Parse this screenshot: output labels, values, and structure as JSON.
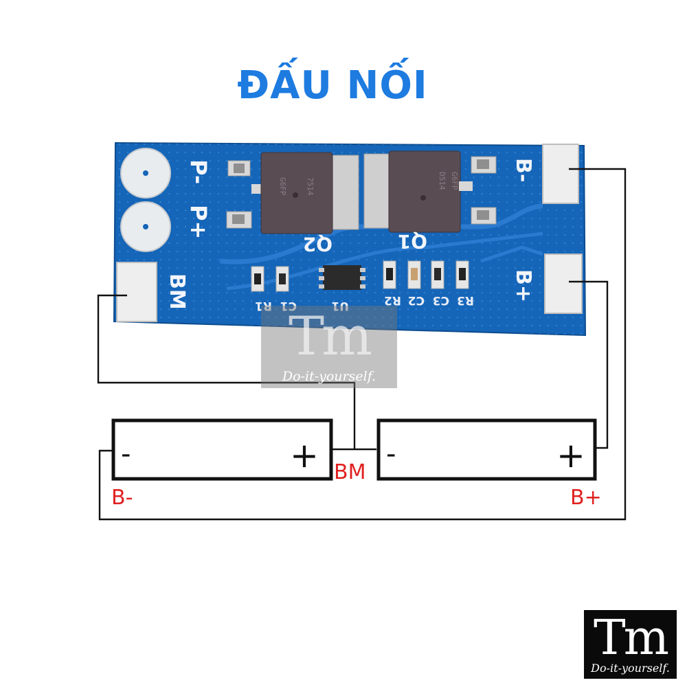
{
  "title": "ĐẤU NỐI",
  "board": {
    "pads": {
      "p_minus": "P-",
      "p_plus": "P+",
      "bm": "BM",
      "b_minus": "B-",
      "b_plus": "B+"
    },
    "components": {
      "q2": "Q2",
      "q1": "Q1",
      "u1": "U1",
      "r1": "R1",
      "c1": "C1",
      "r2": "R2",
      "c2": "C2",
      "c3": "C3",
      "r3": "R3"
    },
    "chip_markings": {
      "q2_line1": "7514",
      "q2_line2": "G6FP",
      "q1_line1": "D514",
      "q1_line2": "G6FP"
    }
  },
  "batteries": [
    {
      "minus": "-",
      "plus": "+"
    },
    {
      "minus": "-",
      "plus": "+"
    }
  ],
  "labels": {
    "b_minus": "B-",
    "bm": "BM",
    "b_plus": "B+"
  },
  "watermark": {
    "glyph": "Tm",
    "text": "Do-it-yourself."
  },
  "logo": {
    "glyph": "Tm",
    "text": "Do-it-yourself."
  },
  "colors": {
    "title": "#1e7be0",
    "pcb": "#1565b8",
    "label_red": "#e02020",
    "wire": "#111111"
  }
}
